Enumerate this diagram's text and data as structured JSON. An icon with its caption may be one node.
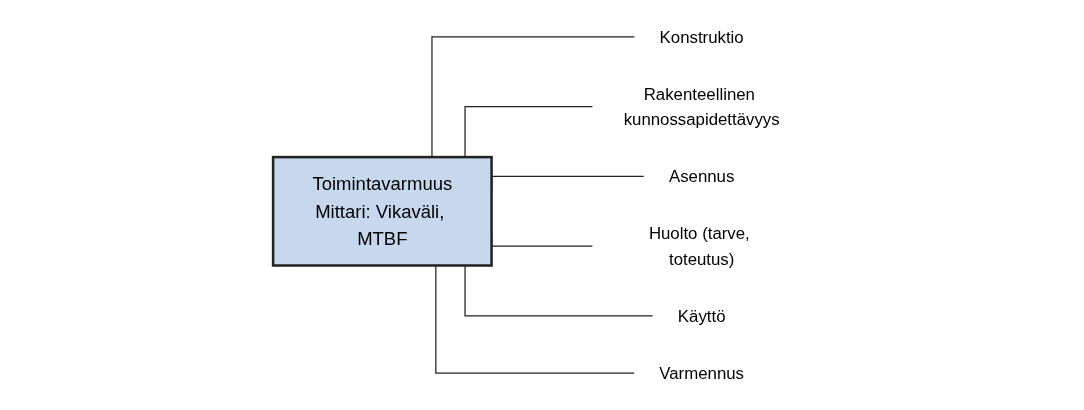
{
  "diagram": {
    "nodes": [
      {
        "text": [
          "Toimintavarmuus",
          "Mittari: Vikaväli, MTBF"
        ]
      },
      {
        "text": [
          "Konstruktio"
        ]
      },
      {
        "text": [
          "Rakenteellinen kunnossapidettävyys"
        ]
      },
      {
        "text": [
          "Asennus"
        ]
      },
      {
        "text": [
          "Huolto (tarve, toteutus)"
        ]
      },
      {
        "text": [
          "Käyttö"
        ]
      },
      {
        "text": [
          "Varmennus"
        ]
      }
    ],
    "edges": [
      {
        "from": 0,
        "to": 1,
        "arrow": "none"
      },
      {
        "from": 0,
        "to": 2,
        "arrow": "none"
      },
      {
        "from": 0,
        "to": 3,
        "arrow": "none"
      },
      {
        "from": 0,
        "to": 4,
        "arrow": "none"
      },
      {
        "from": 0,
        "to": 5,
        "arrow": "none"
      },
      {
        "from": 0,
        "to": 6,
        "arrow": "none"
      }
    ]
  }
}
